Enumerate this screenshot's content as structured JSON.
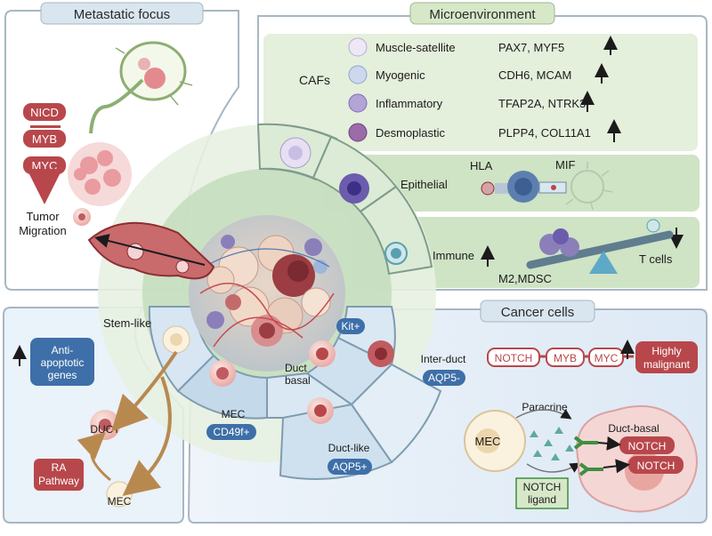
{
  "sections": {
    "metastatic": "Metastatic focus",
    "micro": "Microenvironment",
    "cancer": "Cancer cells"
  },
  "metastatic": {
    "chain": [
      "NICD",
      "MYB",
      "MYC"
    ],
    "tumor": "Tumor",
    "migration": "Migration"
  },
  "cafs": {
    "label": "CAFs",
    "rows": [
      {
        "name": "Muscle-satellite",
        "genes": "PAX7, MYF5"
      },
      {
        "name": "Myogenic",
        "genes": "CDH6, MCAM"
      },
      {
        "name": "Inflammatory",
        "genes": "TFAP2A, NTRK3"
      },
      {
        "name": "Desmoplastic",
        "genes": "PLPP4, COL11A1"
      }
    ]
  },
  "epithelial": {
    "label": "Epithelial",
    "hla": "HLA",
    "mif": "MIF"
  },
  "immune": {
    "label": "Immune",
    "m2": "M2,MDSC",
    "tcells": "T cells"
  },
  "stemlike": {
    "label": "Stem-like",
    "anti": [
      "Anti-",
      "apoptotic",
      "genes"
    ]
  },
  "cycle": {
    "duct": "DUCT",
    "mec": "MEC",
    "ra": [
      "RA",
      "Pathway"
    ]
  },
  "ring": {
    "kit": "Kit+",
    "ductbasal": [
      "Duct",
      "basal"
    ],
    "mec": "MEC",
    "cd49": "CD49f+",
    "ductlike": "Duct-like",
    "aqp5pos": "AQP5+",
    "interduct": "Inter-duct",
    "aqp5neg": "AQP5-"
  },
  "cancer": {
    "chain": [
      "NOTCH",
      "MYB",
      "MYC"
    ],
    "highly": [
      "Highly",
      "malignant"
    ],
    "paracrine": "Paracrine",
    "mec": "MEC",
    "ductbasal": "Duct-basal",
    "notch": "NOTCH",
    "ligand": [
      "NOTCH",
      "ligand"
    ]
  },
  "colors": {
    "green_panel": "#e4efdc",
    "green_band": "#cfe3c5",
    "blue_panel": "#eaf2fa",
    "red_box": "#b8474b",
    "blue_box": "#3e6fa8",
    "frame": "#8fa3b0"
  }
}
